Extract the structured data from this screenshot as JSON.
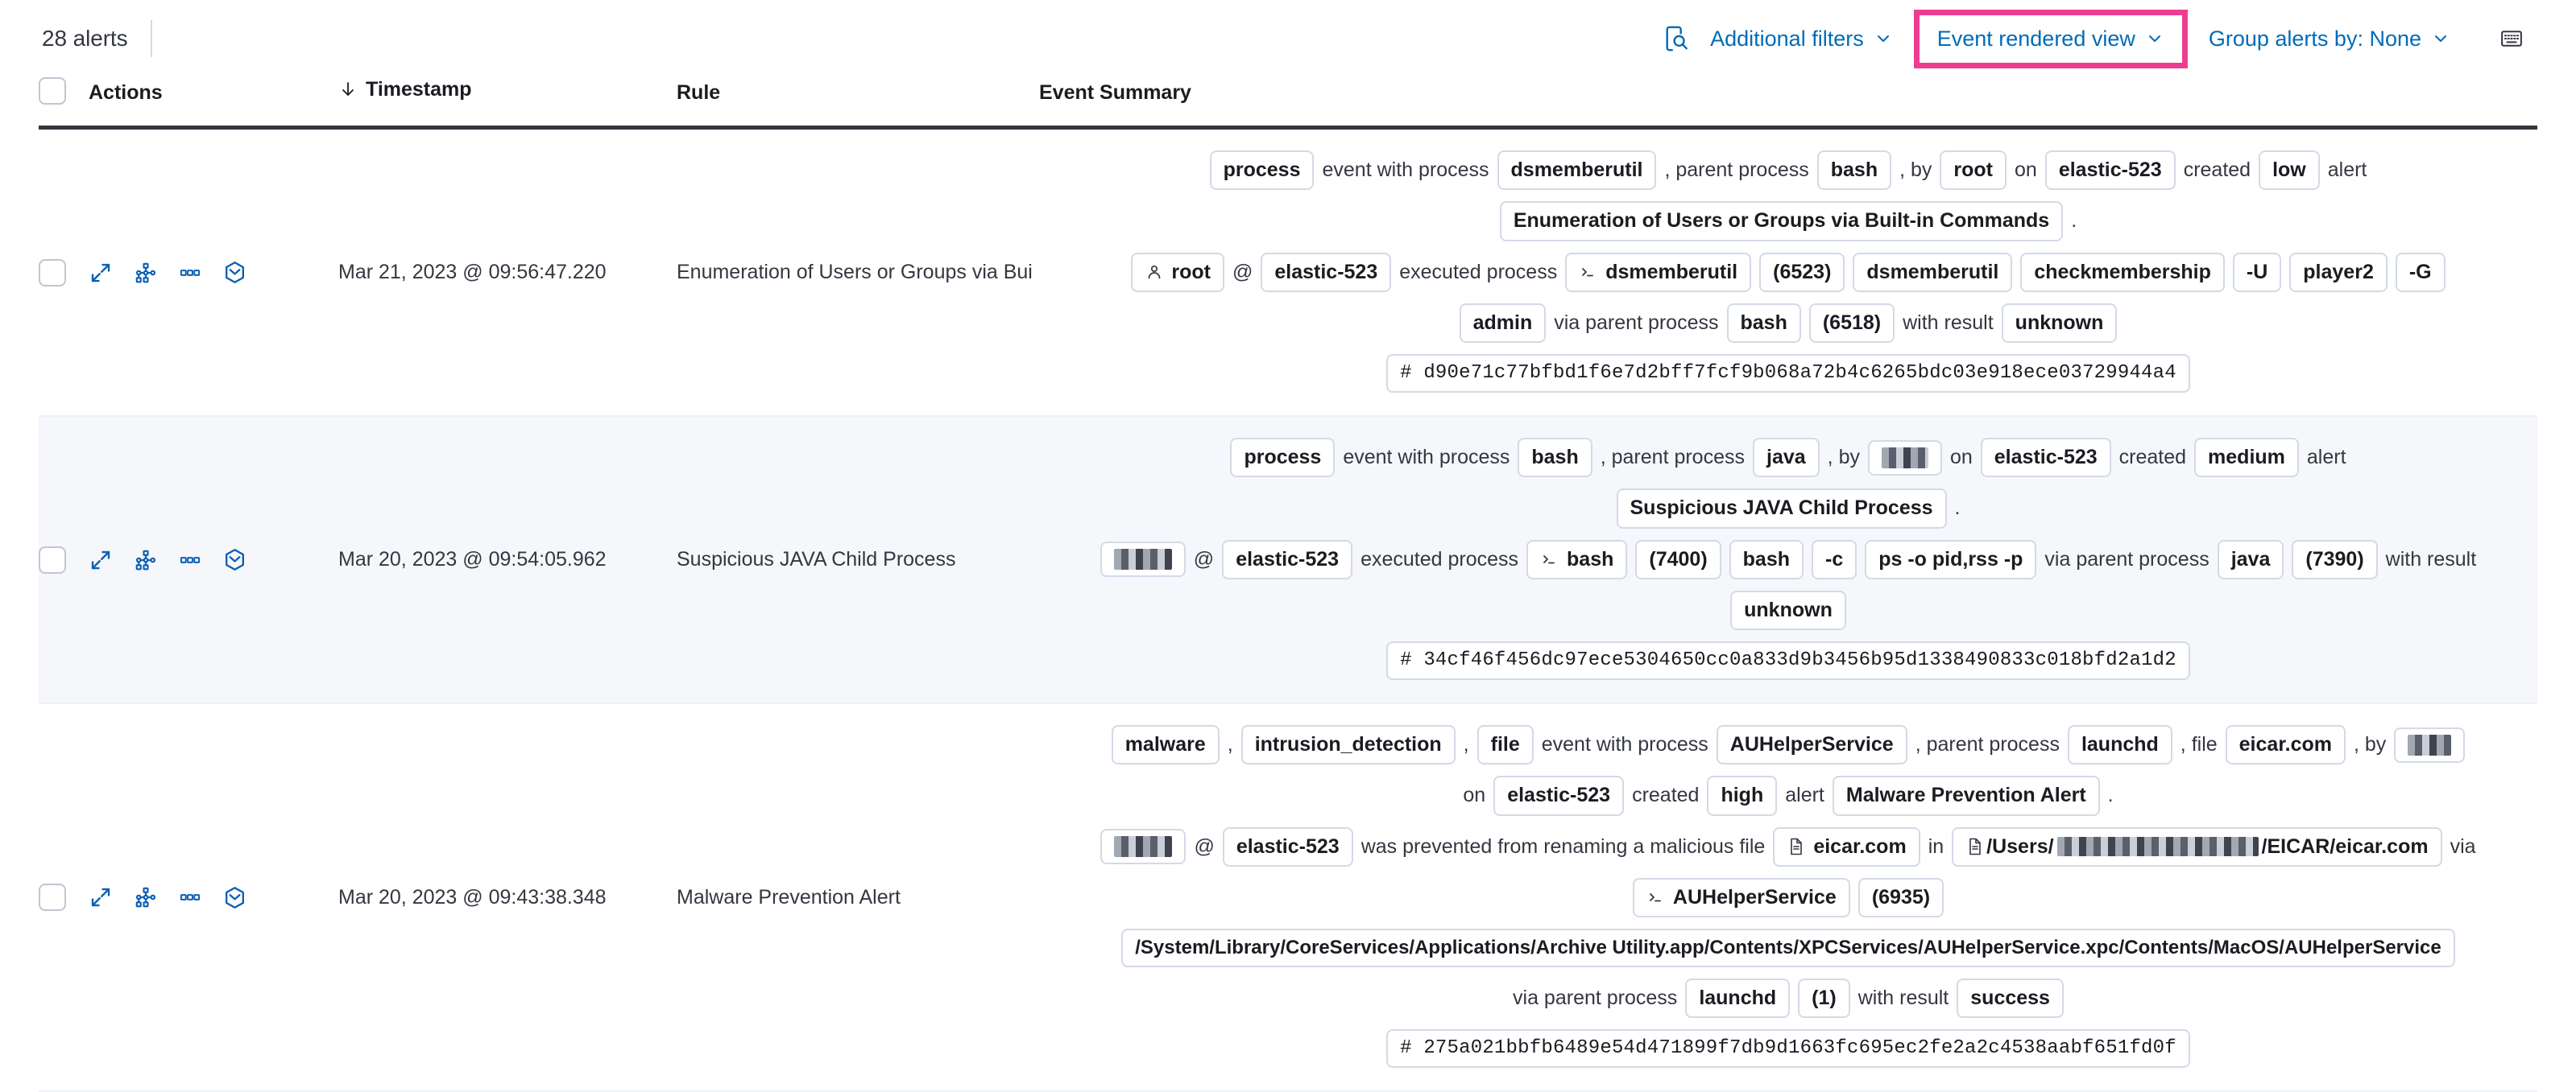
{
  "toolbar": {
    "alerts_count": "28 alerts",
    "inspect_icon": "inspect-search-icon",
    "additional_filters": "Additional filters",
    "view_selector": "Event rendered view",
    "group_alerts_by": "Group alerts by: None",
    "keyboard_icon": "keyboard-shortcuts-icon",
    "highlight_color": "#ed3d8f",
    "link_color": "#006bb8"
  },
  "table": {
    "headers": {
      "select_all": "select-all-checkbox",
      "actions": "Actions",
      "timestamp": "Timestamp",
      "sort_direction": "↓",
      "rule": "Rule",
      "event_summary": "Event Summary"
    },
    "row_actions": [
      "expand-details-icon",
      "analyze-event-icon",
      "more-actions-icon",
      "session-view-icon"
    ],
    "rows": [
      {
        "timestamp": "Mar 21, 2023 @ 09:56:47.220",
        "rule": "Enumeration of Users or Groups via Bui",
        "summary_lines": [
          {
            "align": "center",
            "parts": [
              {
                "t": "badge",
                "v": "process"
              },
              {
                "t": "text",
                "v": "event with process"
              },
              {
                "t": "badge",
                "v": "dsmemberutil"
              },
              {
                "t": "text",
                "v": ", parent process"
              },
              {
                "t": "badge",
                "v": "bash"
              },
              {
                "t": "text",
                "v": ", by"
              },
              {
                "t": "badge",
                "v": "root"
              },
              {
                "t": "text",
                "v": "on"
              },
              {
                "t": "badge",
                "v": "elastic-523"
              },
              {
                "t": "text",
                "v": "created"
              },
              {
                "t": "badge",
                "v": "low"
              },
              {
                "t": "text",
                "v": "alert"
              }
            ]
          },
          {
            "align": "center",
            "parts": [
              {
                "t": "badge",
                "v": "Enumeration of Users or Groups via Built-in Commands"
              },
              {
                "t": "text",
                "v": "."
              }
            ]
          },
          {
            "align": "center",
            "parts": [
              {
                "t": "badge-user",
                "v": "root"
              },
              {
                "t": "text",
                "v": "@"
              },
              {
                "t": "badge",
                "v": "elastic-523"
              },
              {
                "t": "text",
                "v": "executed process"
              },
              {
                "t": "badge-proc",
                "v": "dsmemberutil"
              },
              {
                "t": "badge",
                "v": "(6523)"
              },
              {
                "t": "badge",
                "v": "dsmemberutil"
              },
              {
                "t": "badge",
                "v": "checkmembership"
              },
              {
                "t": "badge",
                "v": "-U"
              },
              {
                "t": "badge",
                "v": "player2"
              },
              {
                "t": "badge",
                "v": "-G"
              }
            ]
          },
          {
            "align": "center",
            "parts": [
              {
                "t": "badge",
                "v": "admin"
              },
              {
                "t": "text",
                "v": "via parent process"
              },
              {
                "t": "badge",
                "v": "bash"
              },
              {
                "t": "badge",
                "v": "(6518)"
              },
              {
                "t": "text",
                "v": "with result"
              },
              {
                "t": "badge",
                "v": "unknown"
              }
            ]
          },
          {
            "align": "center",
            "parts": [
              {
                "t": "badge-hash",
                "v": "#  d90e71c77bfbd1f6e7d2bff7fcf9b068a72b4c6265bdc03e918ece03729944a4"
              }
            ]
          }
        ]
      },
      {
        "timestamp": "Mar 20, 2023 @ 09:54:05.962",
        "rule": "Suspicious JAVA Child Process",
        "summary_lines": [
          {
            "align": "center",
            "parts": [
              {
                "t": "badge",
                "v": "process"
              },
              {
                "t": "text",
                "v": "event with process"
              },
              {
                "t": "badge",
                "v": "bash"
              },
              {
                "t": "text",
                "v": ", parent process"
              },
              {
                "t": "badge",
                "v": "java"
              },
              {
                "t": "text",
                "v": ", by"
              },
              {
                "t": "badge-redacted",
                "v": "r1"
              },
              {
                "t": "text",
                "v": "on"
              },
              {
                "t": "badge",
                "v": "elastic-523"
              },
              {
                "t": "text",
                "v": "created"
              },
              {
                "t": "badge",
                "v": "medium"
              },
              {
                "t": "text",
                "v": "alert"
              }
            ]
          },
          {
            "align": "center",
            "parts": [
              {
                "t": "badge",
                "v": "Suspicious JAVA Child Process"
              },
              {
                "t": "text",
                "v": "."
              }
            ]
          },
          {
            "align": "center",
            "parts": [
              {
                "t": "badge-redacted",
                "v": "r2"
              },
              {
                "t": "text",
                "v": "@"
              },
              {
                "t": "badge",
                "v": "elastic-523"
              },
              {
                "t": "text",
                "v": "executed process"
              },
              {
                "t": "badge-proc",
                "v": "bash"
              },
              {
                "t": "badge",
                "v": "(7400)"
              },
              {
                "t": "badge",
                "v": "bash"
              },
              {
                "t": "badge",
                "v": "-c"
              },
              {
                "t": "badge",
                "v": "ps -o pid,rss -p"
              },
              {
                "t": "text",
                "v": "via parent process"
              },
              {
                "t": "badge",
                "v": "java"
              },
              {
                "t": "badge",
                "v": "(7390)"
              },
              {
                "t": "text",
                "v": "with result"
              }
            ]
          },
          {
            "align": "center",
            "parts": [
              {
                "t": "badge",
                "v": "unknown"
              }
            ]
          },
          {
            "align": "center",
            "parts": [
              {
                "t": "badge-hash",
                "v": "#  34cf46f456dc97ece5304650cc0a833d9b3456b95d1338490833c018bfd2a1d2"
              }
            ]
          }
        ]
      },
      {
        "timestamp": "Mar 20, 2023 @ 09:43:38.348",
        "rule": "Malware Prevention Alert",
        "summary_lines": [
          {
            "align": "center",
            "parts": [
              {
                "t": "badge",
                "v": "malware"
              },
              {
                "t": "text",
                "v": ","
              },
              {
                "t": "badge",
                "v": "intrusion_detection"
              },
              {
                "t": "text",
                "v": ","
              },
              {
                "t": "badge",
                "v": "file"
              },
              {
                "t": "text",
                "v": "event with process"
              },
              {
                "t": "badge",
                "v": "AUHelperService"
              },
              {
                "t": "text",
                "v": ", parent process"
              },
              {
                "t": "badge",
                "v": "launchd"
              },
              {
                "t": "text",
                "v": ", file"
              },
              {
                "t": "badge",
                "v": "eicar.com"
              },
              {
                "t": "text",
                "v": ", by"
              },
              {
                "t": "badge-redacted",
                "v": "r3"
              }
            ]
          },
          {
            "align": "center",
            "parts": [
              {
                "t": "text",
                "v": "on"
              },
              {
                "t": "badge",
                "v": "elastic-523"
              },
              {
                "t": "text",
                "v": "created"
              },
              {
                "t": "badge",
                "v": "high"
              },
              {
                "t": "text",
                "v": "alert"
              },
              {
                "t": "badge",
                "v": "Malware Prevention Alert"
              },
              {
                "t": "text",
                "v": "."
              }
            ]
          },
          {
            "align": "center",
            "parts": [
              {
                "t": "badge-redacted",
                "v": "r2"
              },
              {
                "t": "text",
                "v": "@"
              },
              {
                "t": "badge",
                "v": "elastic-523"
              },
              {
                "t": "text",
                "v": "was prevented from renaming a malicious file"
              },
              {
                "t": "badge-file",
                "v": "eicar.com"
              },
              {
                "t": "text",
                "v": "in"
              },
              {
                "t": "badge-file-redacted",
                "v": "/Users/",
                "suffix": "/EICAR/eicar.com"
              },
              {
                "t": "text",
                "v": "via"
              }
            ]
          },
          {
            "align": "center",
            "parts": [
              {
                "t": "badge-proc",
                "v": "AUHelperService"
              },
              {
                "t": "badge",
                "v": "(6935)"
              }
            ]
          },
          {
            "align": "center",
            "parts": [
              {
                "t": "badge-path",
                "v": "/System/Library/CoreServices/Applications/Archive Utility.app/Contents/XPCServices/AUHelperService.xpc/Contents/MacOS/AUHelperService"
              }
            ]
          },
          {
            "align": "center",
            "parts": [
              {
                "t": "text",
                "v": "via parent process"
              },
              {
                "t": "badge",
                "v": "launchd"
              },
              {
                "t": "badge",
                "v": "(1)"
              },
              {
                "t": "text",
                "v": "with result"
              },
              {
                "t": "badge",
                "v": "success"
              }
            ]
          },
          {
            "align": "center",
            "parts": [
              {
                "t": "badge-hash",
                "v": "#  275a021bbfb6489e54d471899f7db9d1663fc695ec2fe2a2c4538aabf651fd0f"
              }
            ]
          }
        ]
      }
    ]
  }
}
